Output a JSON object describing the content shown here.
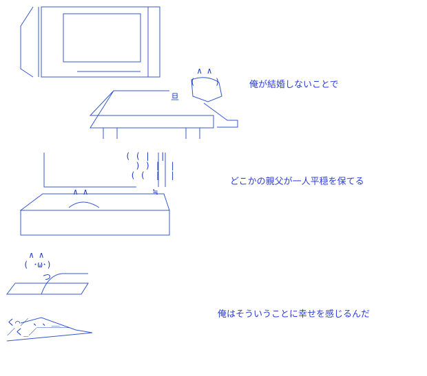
{
  "captions": {
    "line1": "俺が結婚しないことで",
    "line2": "どこかの親父が一人平穏を保てる",
    "line3": "俺はそういうことに幸せを感じるんだ"
  },
  "art": {
    "cat_ears_1": "∧ ∧",
    "cat_face_1": "(    )",
    "tv_label": "旦",
    "table_text": "( ( |  |\n  ) ) |  |\n ( (  |  |",
    "steam_ears": "∧ ∧",
    "pot_mark": "≒",
    "cat_ears_2": "∧ ∧",
    "cat_face_2": "( ･ω･)",
    "cat_arm": "つ",
    "lying_cat": "く⌒／ ､ ､ ＿\n／く_／￣￣￣￣"
  }
}
